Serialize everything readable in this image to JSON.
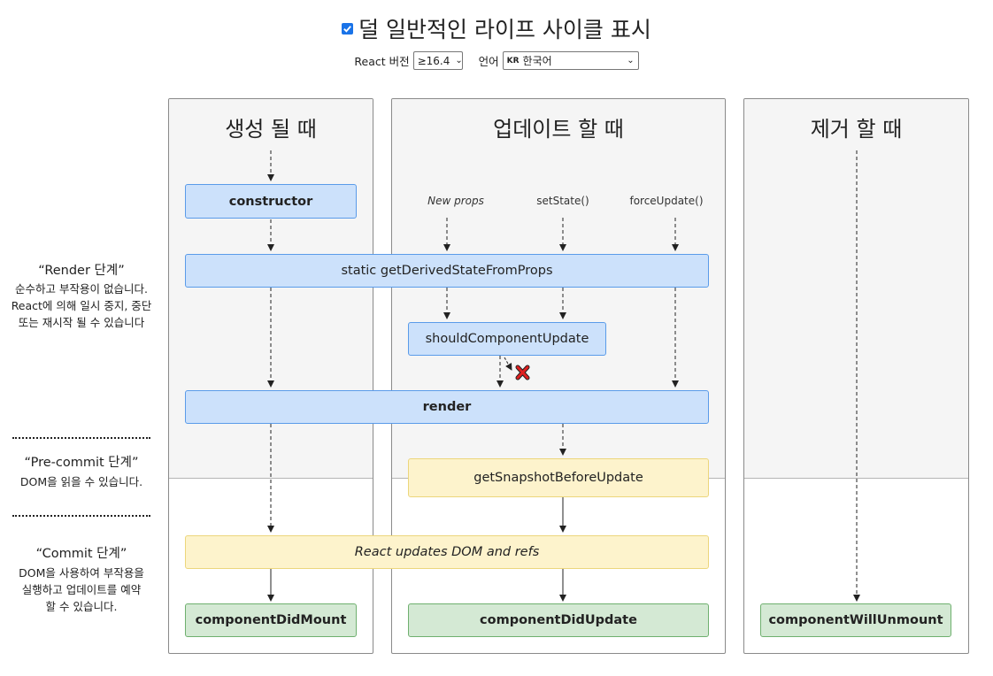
{
  "header": {
    "toggle_checked": true,
    "title": "덜 일반적인 라이프 사이클 표시"
  },
  "controls": {
    "react_version_label": "React 버전",
    "react_version_value": "≥16.4",
    "language_label": "언어",
    "language_flag": "KR",
    "language_value": "한국어"
  },
  "columns": {
    "mounting": {
      "title": "생성 될 때"
    },
    "updating": {
      "title": "업데이트 할 때"
    },
    "unmounting": {
      "title": "제거 할 때"
    }
  },
  "phases": {
    "render": {
      "title": "“Render 단계”",
      "description": "순수하고 부작용이 없습니다. React에 의해 일시 중지, 중단 또는 재시작 될 수 있습니다"
    },
    "precommit": {
      "title": "“Pre-commit 단계”",
      "description": "DOM을 읽을 수 있습니다."
    },
    "commit": {
      "title": "“Commit 단계”",
      "description": "DOM을 사용하여 부작용을 실행하고 업데이트를 예약 할 수 있습니다."
    }
  },
  "triggers": {
    "new_props": "New props",
    "set_state": "setState()",
    "force_update": "forceUpdate()"
  },
  "methods": {
    "constructor": "constructor",
    "get_derived_state": "static getDerivedStateFromProps",
    "should_update": "shouldComponentUpdate",
    "render": "render",
    "get_snapshot": "getSnapshotBeforeUpdate",
    "react_updates": "React updates DOM and refs",
    "did_mount": "componentDidMount",
    "did_update": "componentDidUpdate",
    "will_unmount": "componentWillUnmount"
  },
  "colors": {
    "render_phase_box": "#cce1fb",
    "precommit_phase_box": "#fdf3cc",
    "commit_phase_box": "#d4e9d4",
    "cancel_mark": "#e02020"
  }
}
